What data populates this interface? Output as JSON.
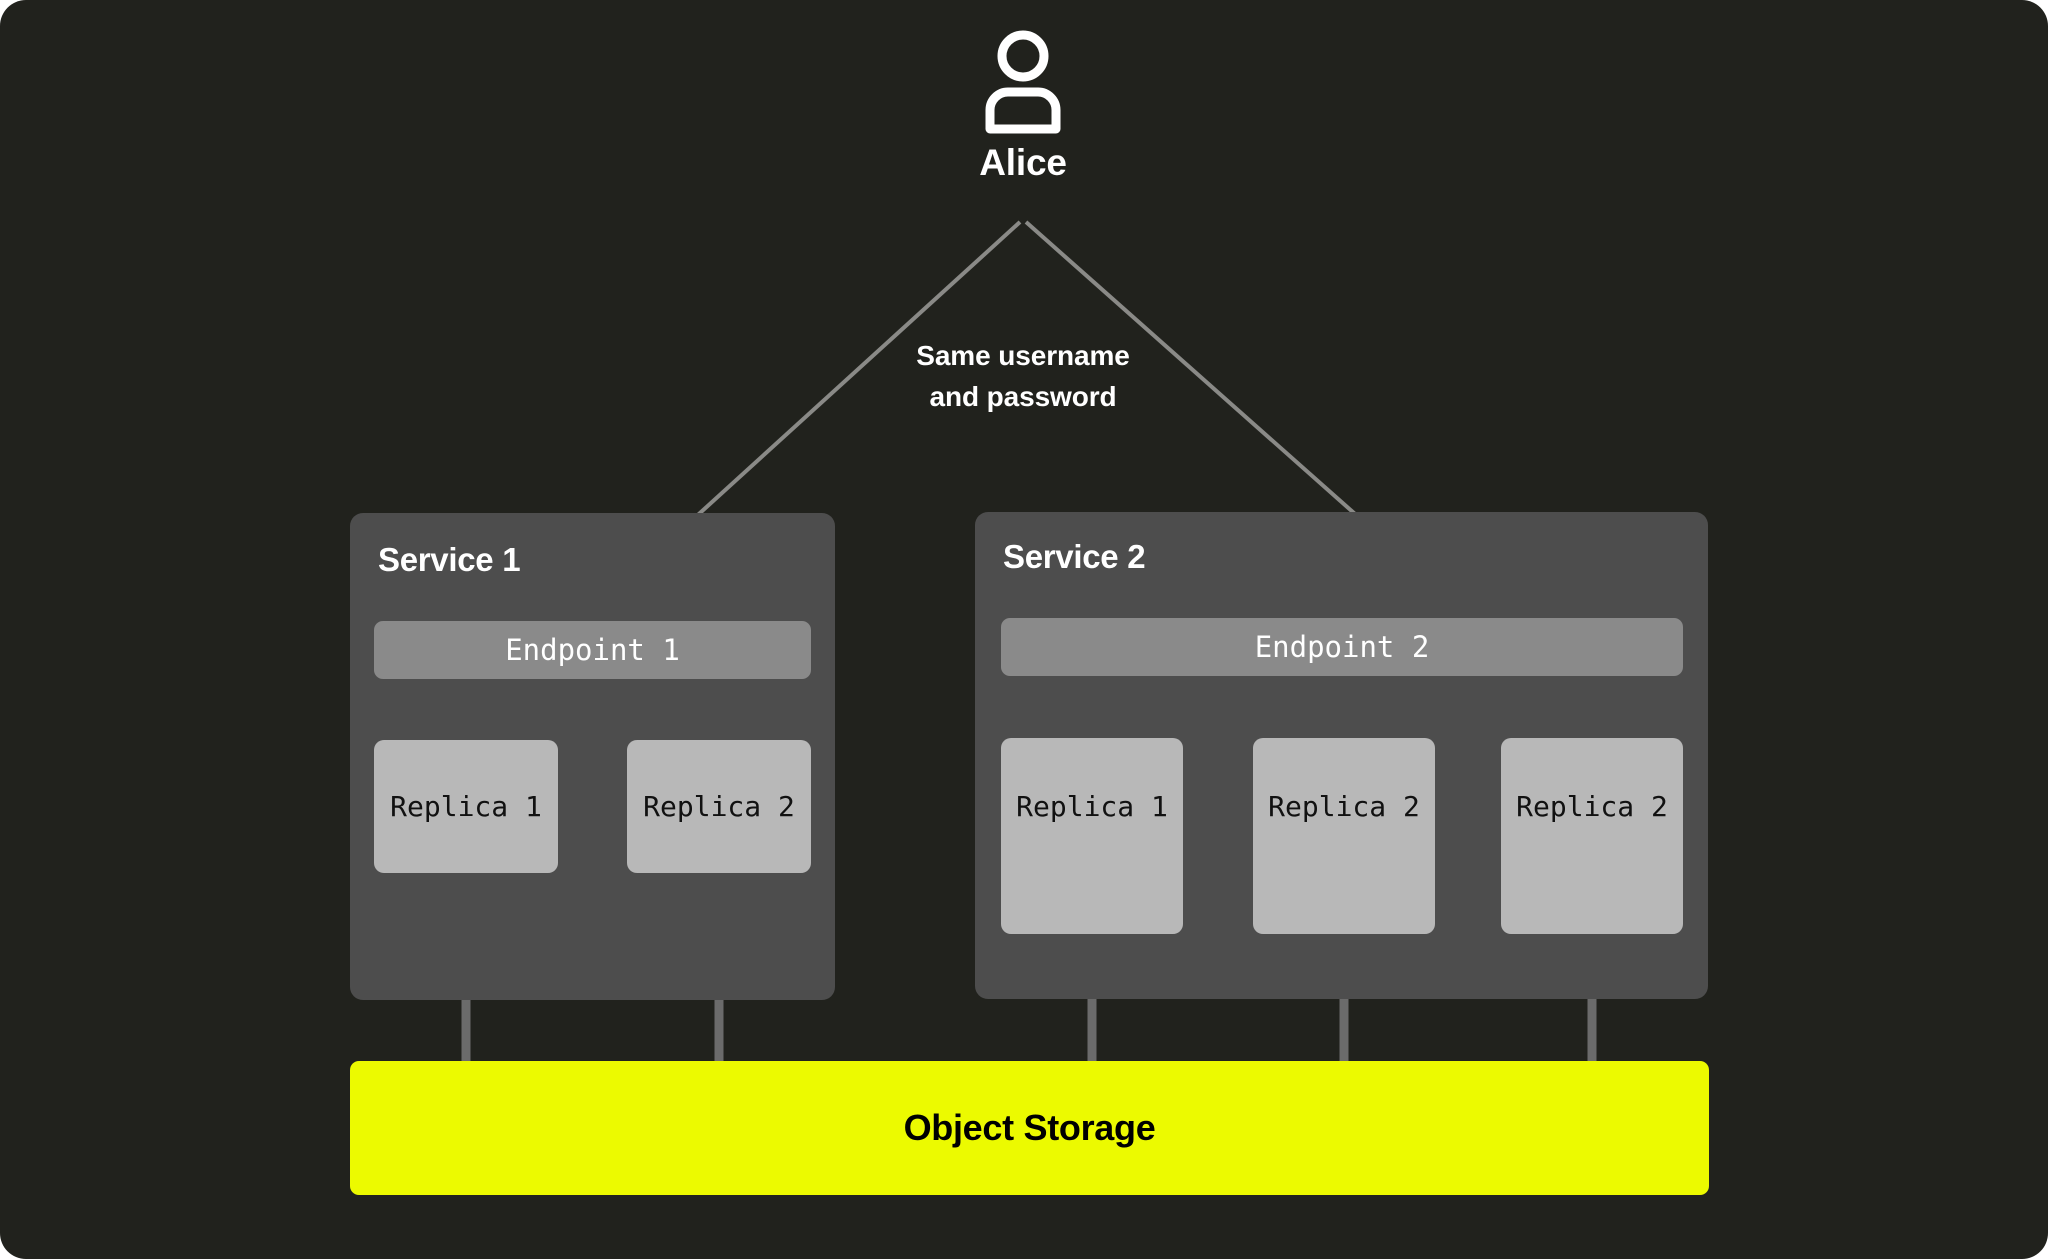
{
  "theme": {
    "canvas_bg": "#21221d",
    "panel_bg": "#4d4d4d",
    "endpoint_bg": "#8a8a8a",
    "replica_bg": "#b8b8b8",
    "storage_bg": "#ecfa00",
    "wire_color": "#6b6b6b",
    "arrow_color": "#8a8a87",
    "text_light": "#ffffff",
    "text_dark": "#111111"
  },
  "actor": {
    "icon": "user-icon",
    "label": "Alice"
  },
  "edge": {
    "caption_line_1": "Same username",
    "caption_line_2": "and password"
  },
  "services": [
    {
      "title": "Service 1",
      "endpoint": "Endpoint 1",
      "replicas": [
        "Replica 1",
        "Replica 2"
      ]
    },
    {
      "title": "Service 2",
      "endpoint": "Endpoint 2",
      "replicas": [
        "Replica 1",
        "Replica 2",
        "Replica 2"
      ]
    }
  ],
  "storage": {
    "label": "Object Storage"
  }
}
